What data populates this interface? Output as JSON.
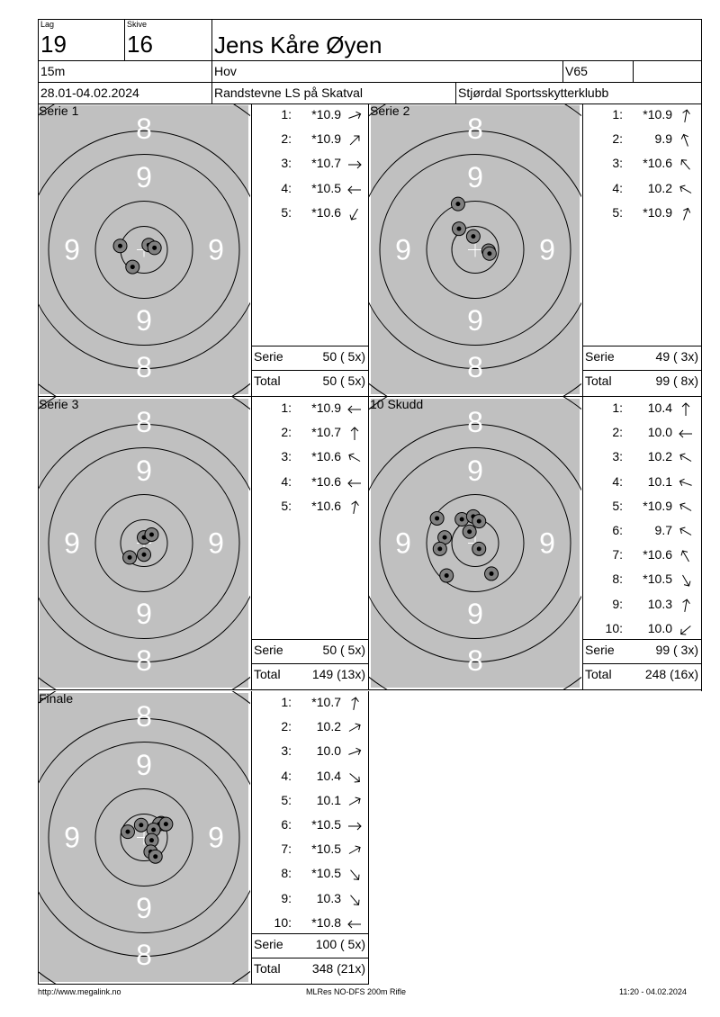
{
  "header": {
    "lag_label": "Lag",
    "lag": "19",
    "skive_label": "Skive",
    "skive": "16",
    "name": "Jens Kåre Øyen",
    "distance": "15m",
    "position": "Hov",
    "class": "V65",
    "class_extra": "",
    "dates": "28.01-04.02.2024",
    "event": "Randstevne LS på Skatval",
    "club": "Stjørdal Sportsskytterklubb"
  },
  "panels": [
    {
      "label": "Serie 1",
      "shots": [
        {
          "n": "1:",
          "v": "*10.9",
          "dir": 70
        },
        {
          "n": "2:",
          "v": "*10.9",
          "dir": 45
        },
        {
          "n": "3:",
          "v": "*10.7",
          "dir": 90
        },
        {
          "n": "4:",
          "v": "*10.5",
          "dir": 270
        },
        {
          "n": "5:",
          "v": "*10.6",
          "dir": 210
        }
      ],
      "hits": [
        [
          -0.25,
          -0.04
        ],
        [
          0.05,
          -0.05
        ],
        [
          0.11,
          -0.02
        ],
        [
          -0.12,
          0.18
        ]
      ],
      "serie_label": "Serie",
      "serie": "50 ( 5x)",
      "total_label": "Total",
      "total": "50 ( 5x)"
    },
    {
      "label": "Serie 2",
      "shots": [
        {
          "n": "1:",
          "v": "*10.9",
          "dir": 10
        },
        {
          "n": "2:",
          "v": "9.9",
          "dir": 340
        },
        {
          "n": "3:",
          "v": "*10.6",
          "dir": 320
        },
        {
          "n": "4:",
          "v": "10.2",
          "dir": 300
        },
        {
          "n": "5:",
          "v": "*10.9",
          "dir": 20
        }
      ],
      "hits": [
        [
          -0.18,
          -0.48
        ],
        [
          -0.17,
          -0.22
        ],
        [
          -0.02,
          -0.14
        ],
        [
          0.14,
          0.01
        ],
        [
          0.15,
          0.04
        ]
      ],
      "serie_label": "Serie",
      "serie": "49 ( 3x)",
      "total_label": "Total",
      "total": "99 ( 8x)"
    },
    {
      "label": "Serie 3",
      "shots": [
        {
          "n": "1:",
          "v": "*10.9",
          "dir": 270
        },
        {
          "n": "2:",
          "v": "*10.7",
          "dir": 0
        },
        {
          "n": "3:",
          "v": "*10.6",
          "dir": 300
        },
        {
          "n": "4:",
          "v": "*10.6",
          "dir": 270
        },
        {
          "n": "5:",
          "v": "*10.6",
          "dir": 10
        }
      ],
      "hits": [
        [
          0.0,
          -0.06
        ],
        [
          0.08,
          -0.09
        ],
        [
          -0.15,
          0.15
        ],
        [
          0.0,
          0.12
        ]
      ],
      "serie_label": "Serie",
      "serie": "50 ( 5x)",
      "total_label": "Total",
      "total": "149 (13x)"
    },
    {
      "label": "10 Skudd",
      "shots": [
        {
          "n": "1:",
          "v": "10.4",
          "dir": 0
        },
        {
          "n": "2:",
          "v": "10.0",
          "dir": 270
        },
        {
          "n": "3:",
          "v": "10.2",
          "dir": 300
        },
        {
          "n": "4:",
          "v": "10.1",
          "dir": 290
        },
        {
          "n": "5:",
          "v": "*10.9",
          "dir": 300
        },
        {
          "n": "6:",
          "v": "9.7",
          "dir": 300
        },
        {
          "n": "7:",
          "v": "*10.6",
          "dir": 330
        },
        {
          "n": "8:",
          "v": "*10.5",
          "dir": 150
        },
        {
          "n": "9:",
          "v": "10.3",
          "dir": 10
        },
        {
          "n": "10:",
          "v": "10.0",
          "dir": 230
        }
      ],
      "hits": [
        [
          -0.4,
          -0.26
        ],
        [
          -0.32,
          -0.06
        ],
        [
          -0.37,
          0.06
        ],
        [
          -0.14,
          -0.25
        ],
        [
          -0.02,
          -0.28
        ],
        [
          0.04,
          -0.23
        ],
        [
          -0.06,
          -0.12
        ],
        [
          0.04,
          0.06
        ],
        [
          0.17,
          0.32
        ],
        [
          -0.3,
          0.34
        ]
      ],
      "serie_label": "Serie",
      "serie": "99 ( 3x)",
      "total_label": "Total",
      "total": "248 (16x)"
    },
    {
      "label": "Finale",
      "shots": [
        {
          "n": "1:",
          "v": "*10.7",
          "dir": 10
        },
        {
          "n": "2:",
          "v": "10.2",
          "dir": 60
        },
        {
          "n": "3:",
          "v": "10.0",
          "dir": 70
        },
        {
          "n": "4:",
          "v": "10.4",
          "dir": 130
        },
        {
          "n": "5:",
          "v": "10.1",
          "dir": 60
        },
        {
          "n": "6:",
          "v": "*10.5",
          "dir": 90
        },
        {
          "n": "7:",
          "v": "*10.5",
          "dir": 60
        },
        {
          "n": "8:",
          "v": "*10.5",
          "dir": 140
        },
        {
          "n": "9:",
          "v": "10.3",
          "dir": 140
        },
        {
          "n": "10:",
          "v": "*10.8",
          "dir": 270
        }
      ],
      "hits": [
        [
          -0.03,
          -0.13
        ],
        [
          0.18,
          -0.15
        ],
        [
          0.22,
          -0.14
        ],
        [
          0.16,
          -0.14
        ],
        [
          -0.17,
          -0.06
        ],
        [
          0.23,
          -0.14
        ],
        [
          0.1,
          -0.08
        ],
        [
          0.08,
          0.03
        ],
        [
          0.07,
          0.15
        ],
        [
          0.12,
          0.2
        ]
      ],
      "serie_label": "Serie",
      "serie": "100 ( 5x)",
      "total_label": "Total",
      "total": "348 (21x)"
    }
  ],
  "target": {
    "ring_labels": {
      "outer": "8",
      "inner": "9"
    },
    "colors": {
      "bg": "#c0c0c0",
      "ring": "#000000",
      "label": "#ffffff",
      "hit": "#000000",
      "hit_ring": "#808080"
    }
  },
  "footer": {
    "url": "http://www.megalink.no",
    "software": "MLRes NO-DFS 200m Rifle",
    "timestamp": "11:20 - 04.02.2024"
  }
}
